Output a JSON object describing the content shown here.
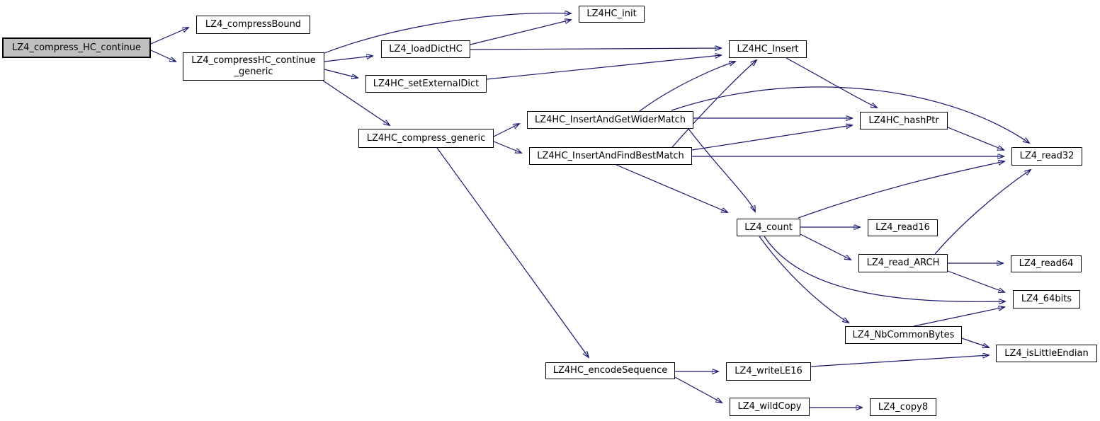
{
  "diagram": {
    "type": "call-graph",
    "background_color": "#ffffff",
    "edge_color": "#191970",
    "node_border_color": "#000000",
    "node_fill_color": "#ffffff",
    "root_fill_color": "#bfbfbf",
    "nodes": [
      {
        "id": "compress_HC_continue",
        "label": "LZ4_compress_HC_continue",
        "role": "root"
      },
      {
        "id": "compressBound",
        "label": "LZ4_compressBound",
        "role": "function"
      },
      {
        "id": "compressHC_continue_generic",
        "label": "LZ4_compressHC_continue\n_generic",
        "role": "function"
      },
      {
        "id": "loadDictHC",
        "label": "LZ4_loadDictHC",
        "role": "function"
      },
      {
        "id": "setExternalDict",
        "label": "LZ4HC_setExternalDict",
        "role": "function"
      },
      {
        "id": "HC_init",
        "label": "LZ4HC_init",
        "role": "function"
      },
      {
        "id": "compress_generic",
        "label": "LZ4HC_compress_generic",
        "role": "function"
      },
      {
        "id": "insertAndGetWiderMatch",
        "label": "LZ4HC_InsertAndGetWiderMatch",
        "role": "function"
      },
      {
        "id": "insertAndFindBestMatch",
        "label": "LZ4HC_InsertAndFindBestMatch",
        "role": "function"
      },
      {
        "id": "HC_Insert",
        "label": "LZ4HC_Insert",
        "role": "function"
      },
      {
        "id": "hashPtr",
        "label": "LZ4HC_hashPtr",
        "role": "function"
      },
      {
        "id": "read32",
        "label": "LZ4_read32",
        "role": "function"
      },
      {
        "id": "count",
        "label": "LZ4_count",
        "role": "function"
      },
      {
        "id": "read16",
        "label": "LZ4_read16",
        "role": "function"
      },
      {
        "id": "read_ARCH",
        "label": "LZ4_read_ARCH",
        "role": "function"
      },
      {
        "id": "read64",
        "label": "LZ4_read64",
        "role": "function"
      },
      {
        "id": "bits64",
        "label": "LZ4_64bits",
        "role": "function"
      },
      {
        "id": "nbCommonBytes",
        "label": "LZ4_NbCommonBytes",
        "role": "function"
      },
      {
        "id": "isLittleEndian",
        "label": "LZ4_isLittleEndian",
        "role": "function"
      },
      {
        "id": "encodeSequence",
        "label": "LZ4HC_encodeSequence",
        "role": "function"
      },
      {
        "id": "writeLE16",
        "label": "LZ4_writeLE16",
        "role": "function"
      },
      {
        "id": "wildCopy",
        "label": "LZ4_wildCopy",
        "role": "function"
      },
      {
        "id": "copy8",
        "label": "LZ4_copy8",
        "role": "function"
      }
    ],
    "edges": [
      {
        "from": "compress_HC_continue",
        "to": "compressBound"
      },
      {
        "from": "compress_HC_continue",
        "to": "compressHC_continue_generic"
      },
      {
        "from": "compressHC_continue_generic",
        "to": "HC_init"
      },
      {
        "from": "compressHC_continue_generic",
        "to": "loadDictHC"
      },
      {
        "from": "compressHC_continue_generic",
        "to": "setExternalDict"
      },
      {
        "from": "compressHC_continue_generic",
        "to": "compress_generic"
      },
      {
        "from": "loadDictHC",
        "to": "HC_init"
      },
      {
        "from": "loadDictHC",
        "to": "HC_Insert"
      },
      {
        "from": "setExternalDict",
        "to": "HC_Insert"
      },
      {
        "from": "compress_generic",
        "to": "insertAndGetWiderMatch"
      },
      {
        "from": "compress_generic",
        "to": "insertAndFindBestMatch"
      },
      {
        "from": "compress_generic",
        "to": "encodeSequence"
      },
      {
        "from": "insertAndGetWiderMatch",
        "to": "HC_Insert"
      },
      {
        "from": "insertAndGetWiderMatch",
        "to": "hashPtr"
      },
      {
        "from": "insertAndGetWiderMatch",
        "to": "read32"
      },
      {
        "from": "insertAndGetWiderMatch",
        "to": "count"
      },
      {
        "from": "insertAndFindBestMatch",
        "to": "HC_Insert"
      },
      {
        "from": "insertAndFindBestMatch",
        "to": "hashPtr"
      },
      {
        "from": "insertAndFindBestMatch",
        "to": "read32"
      },
      {
        "from": "insertAndFindBestMatch",
        "to": "count"
      },
      {
        "from": "HC_Insert",
        "to": "hashPtr"
      },
      {
        "from": "hashPtr",
        "to": "read32"
      },
      {
        "from": "count",
        "to": "read16"
      },
      {
        "from": "count",
        "to": "read_ARCH"
      },
      {
        "from": "count",
        "to": "read32"
      },
      {
        "from": "count",
        "to": "nbCommonBytes"
      },
      {
        "from": "count",
        "to": "bits64"
      },
      {
        "from": "read_ARCH",
        "to": "read64"
      },
      {
        "from": "read_ARCH",
        "to": "bits64"
      },
      {
        "from": "read_ARCH",
        "to": "read32"
      },
      {
        "from": "nbCommonBytes",
        "to": "bits64"
      },
      {
        "from": "nbCommonBytes",
        "to": "isLittleEndian"
      },
      {
        "from": "encodeSequence",
        "to": "writeLE16"
      },
      {
        "from": "encodeSequence",
        "to": "wildCopy"
      },
      {
        "from": "writeLE16",
        "to": "isLittleEndian"
      },
      {
        "from": "wildCopy",
        "to": "copy8"
      }
    ]
  }
}
